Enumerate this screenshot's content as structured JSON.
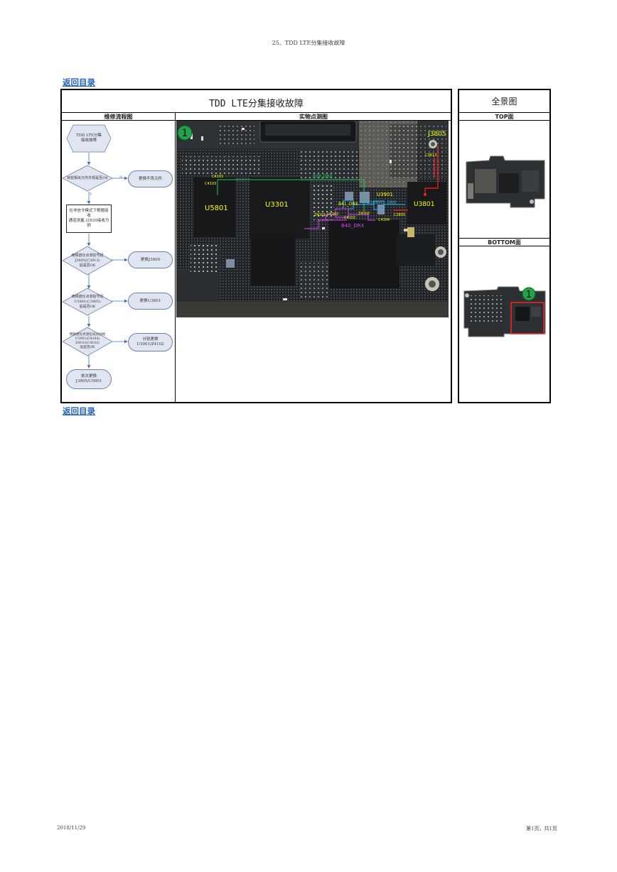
{
  "page_header": "25、TDD LTE分集接收故障",
  "back_link_label": "返回目录",
  "main_title": "TDD LTE分集接收故障",
  "panorama_title": "全景图",
  "subheaders": {
    "flow": "维修流程图",
    "photo": "实物点测图",
    "top": "TOP面",
    "bottom": "BOTTOM面"
  },
  "flowchart": {
    "start": "TDD LTE分集\n接收故障",
    "d1": "目检相关元件外观是否OK",
    "a1": "更换不良元件",
    "p1": "在非信令模式下根据接收\n通道测量,以B39接收为\n例",
    "d2": "用频谱仪点测信号经\nJ3805(C3813)\n后是否OK",
    "a2": "更换J3800",
    "d3": "用频谱仪点测信号经\nU3801(C3805)\n后是否OK",
    "a3": "更换U3801",
    "d4": "用频谱仪点测信号分别经\nU3901(C4104)\nZ4103(C4102)\n后是否OK",
    "a4": "分别更换\nU3901/Z4102",
    "end": "依次更换\nJ3805/U5801",
    "yes": "Y",
    "no": "N"
  },
  "board_labels": {
    "marker": "1",
    "j3805": "J3805",
    "c3813": "C3813",
    "u5801": "U5801",
    "u3301": "U3301",
    "u3901": "U3901",
    "u3801": "U3801",
    "b39_drx_top": "B39_DRX",
    "b41_drx": "B41_DRX",
    "b39_b41_drx": "B39/B41_DRX",
    "b40_drx": "B40_DRX",
    "c4101": "C4101",
    "c4102": "C4102",
    "c4103": "C4103",
    "c4104": "C4104",
    "u4102": "U4102",
    "z4101": "Z4101",
    "z4102": "Z4102",
    "c3805": "C3805"
  },
  "bottom_marker": "1",
  "footer_left": "2018/11/29",
  "footer_right": "第1页，共1页",
  "colors": {
    "green": "#22c55e",
    "yellow": "#ffff00",
    "cyan": "#22b8f0",
    "magenta": "#e040fb",
    "red": "#ff2020"
  }
}
